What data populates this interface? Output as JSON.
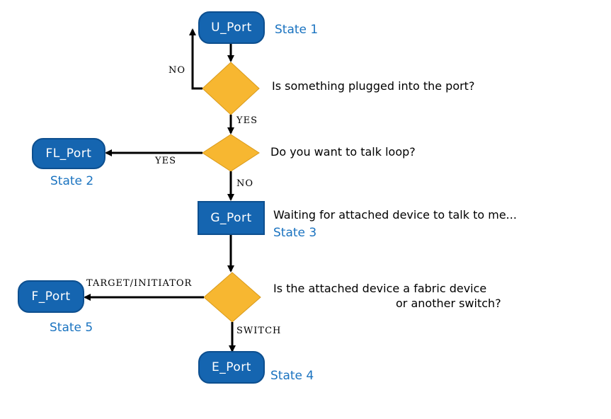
{
  "nodes": {
    "u_port": "U_Port",
    "fl_port": "FL_Port",
    "g_port": "G_Port",
    "f_port": "F_Port",
    "e_port": "E_Port"
  },
  "states": {
    "s1": "State 1",
    "s2": "State 2",
    "s3": "State 3",
    "s4": "State 4",
    "s5": "State 5"
  },
  "questions": {
    "q1": "Is something plugged into the port?",
    "q2": "Do you want to talk loop?",
    "q3": "Waiting for attached device to talk to me...",
    "q4_line1": "Is the attached device a fabric device",
    "q4_line2": "or another switch?"
  },
  "edge_labels": {
    "no1": "NO",
    "yes1": "YES",
    "yes2": "YES",
    "no2": "NO",
    "target": "TARGET/INITIATOR",
    "switch": "SWITCH"
  },
  "colors": {
    "node_fill": "#1565b0",
    "decision_fill": "#f7b731",
    "state_text": "#1a73c0",
    "line": "#000000"
  }
}
